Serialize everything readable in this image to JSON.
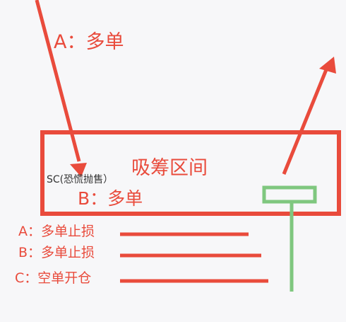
{
  "labels": {
    "a_top": "A：多单",
    "zone": "吸筹区间",
    "sc": "SC(恐慌抛售）",
    "b_box": "B：多单"
  },
  "legend": [
    {
      "text": "A：多单止损"
    },
    {
      "text": "B：多单止损"
    },
    {
      "text": "C：空单开仓"
    }
  ],
  "colors": {
    "red": "#e94b3c",
    "green": "#7fc77f",
    "text_dark": "#333333",
    "background": "#f7f7f9"
  }
}
